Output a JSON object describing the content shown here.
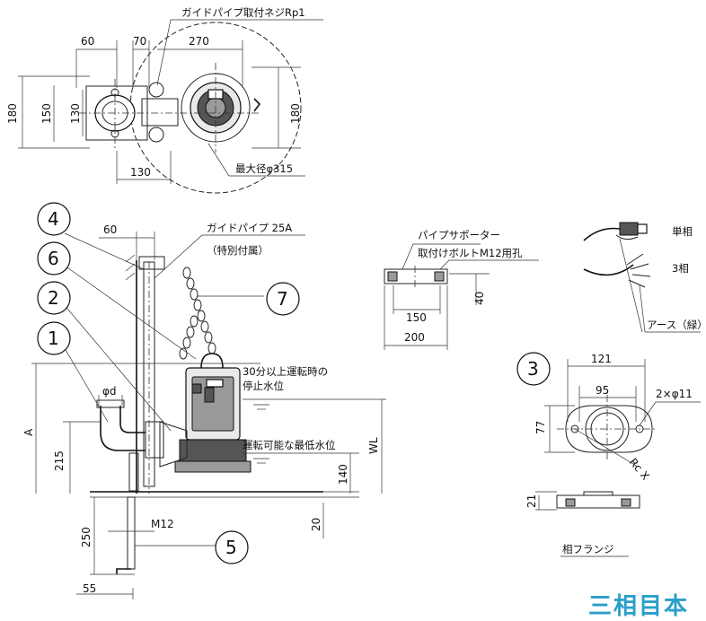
{
  "top_view": {
    "guide_thread_label": "ガイドパイプ取付ネジRp1",
    "dim_60": "60",
    "dim_70": "70",
    "dim_270": "270",
    "dim_180_left": "180",
    "dim_150": "150",
    "dim_130_v": "130",
    "dim_180_right": "180",
    "dim_130_h": "130",
    "max_dia_label": "最大径φ315"
  },
  "side_view": {
    "dim_60": "60",
    "guide_pipe_label": "ガイドパイプ 25A",
    "guide_pipe_note": "（特別付属）",
    "stop_level_line1": "30分以上運転時の",
    "stop_level_line2": "停止水位",
    "min_level_label": "運転可能な最低水位",
    "dim_phid": "φd",
    "dim_A": "A",
    "dim_215": "215",
    "dim_WL": "WL",
    "dim_140": "140",
    "dim_20": "20",
    "dim_250": "250",
    "dim_M12": "M12",
    "dim_55": "55"
  },
  "callouts": [
    "4",
    "6",
    "2",
    "1",
    "7",
    "5",
    "3"
  ],
  "supporter": {
    "title": "パイプサポーター",
    "bolt_label": "取付けボルトM12用孔",
    "dim_150": "150",
    "dim_200": "200",
    "dim_40": "40"
  },
  "cable": {
    "single_phase": "単相",
    "three_phase": "3相",
    "earth": "アース（緑）"
  },
  "flange": {
    "dim_121": "121",
    "dim_95": "95",
    "dim_holes": "2×φ11",
    "dim_77": "77",
    "dim_RcX": "Rc X",
    "dim_21": "21",
    "caption": "相フランジ"
  },
  "brand_text": "三相目本",
  "colors": {
    "brand": "#2a9fc9",
    "line": "#111111"
  }
}
